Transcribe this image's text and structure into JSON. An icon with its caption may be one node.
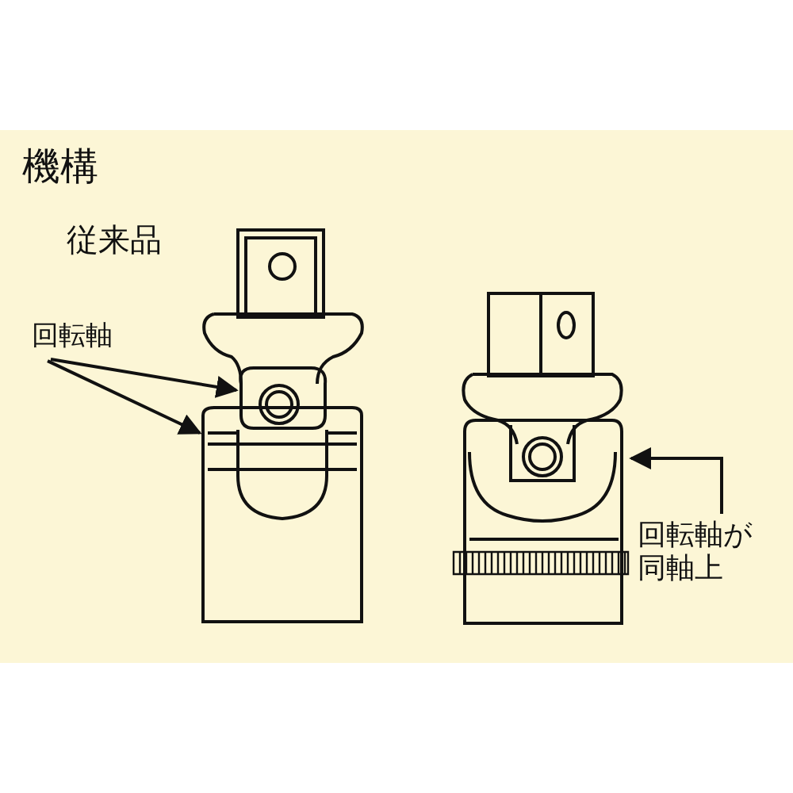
{
  "diagram": {
    "title": "機構",
    "nodes": [
      {
        "text": [
          "回転軸"
        ]
      },
      {
        "text": [],
        "shape": "box"
      },
      {
        "text": [],
        "shape": "box"
      },
      {
        "text": [
          "回転軸が同軸上"
        ]
      },
      {
        "text": [],
        "shape": "box"
      }
    ],
    "edges": [
      {
        "from": 0,
        "to": 1,
        "arrow": "to"
      },
      {
        "from": 0,
        "to": 2,
        "arrow": "to"
      },
      {
        "from": 3,
        "to": 4,
        "arrow": "to"
      }
    ],
    "labels": [
      "従来品"
    ]
  }
}
